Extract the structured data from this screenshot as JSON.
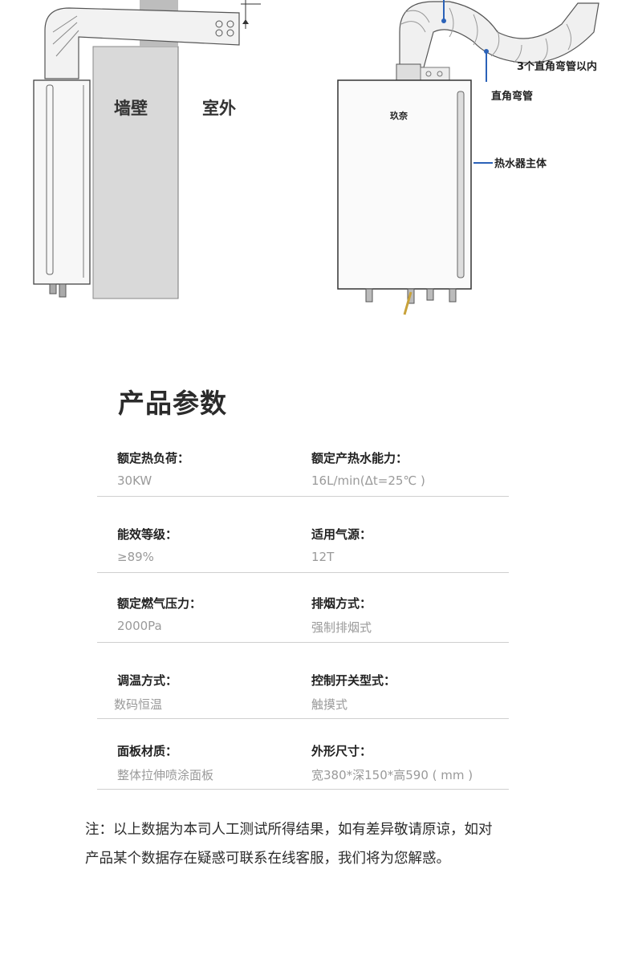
{
  "illustration": {
    "wall_label": "墙壁",
    "outdoor_label": "室外",
    "brand": "玖奈",
    "callout_elbows": "3个直角弯管以内",
    "callout_elbow": "直角弯管",
    "callout_body": "热水器主体"
  },
  "section_title": "产品参数",
  "specs": [
    {
      "label": "额定热负荷：",
      "value": "30KW"
    },
    {
      "label": "额定产热水能力：",
      "value": "16L/min(Δt=25℃ )"
    },
    {
      "label": "能效等级：",
      "value": "≥89%"
    },
    {
      "label": "适用气源：",
      "value": "12T"
    },
    {
      "label": "额定燃气压力：",
      "value": "2000Pa"
    },
    {
      "label": "排烟方式：",
      "value": "强制排烟式"
    },
    {
      "label": "调温方式：",
      "value": "数码恒温"
    },
    {
      "label": "控制开关型式：",
      "value": "触摸式"
    },
    {
      "label": "面板材质：",
      "value": "整体拉伸喷涂面板"
    },
    {
      "label": "外形尺寸：",
      "value": "宽380*深150*高590 ( mm )"
    }
  ],
  "note": {
    "line1": "注：以上数据为本司人工测试所得结果，如有差异敬请原谅，如对",
    "line2": "产品某个数据存在疑惑可联系在线客服，我们将为您解惑。"
  }
}
